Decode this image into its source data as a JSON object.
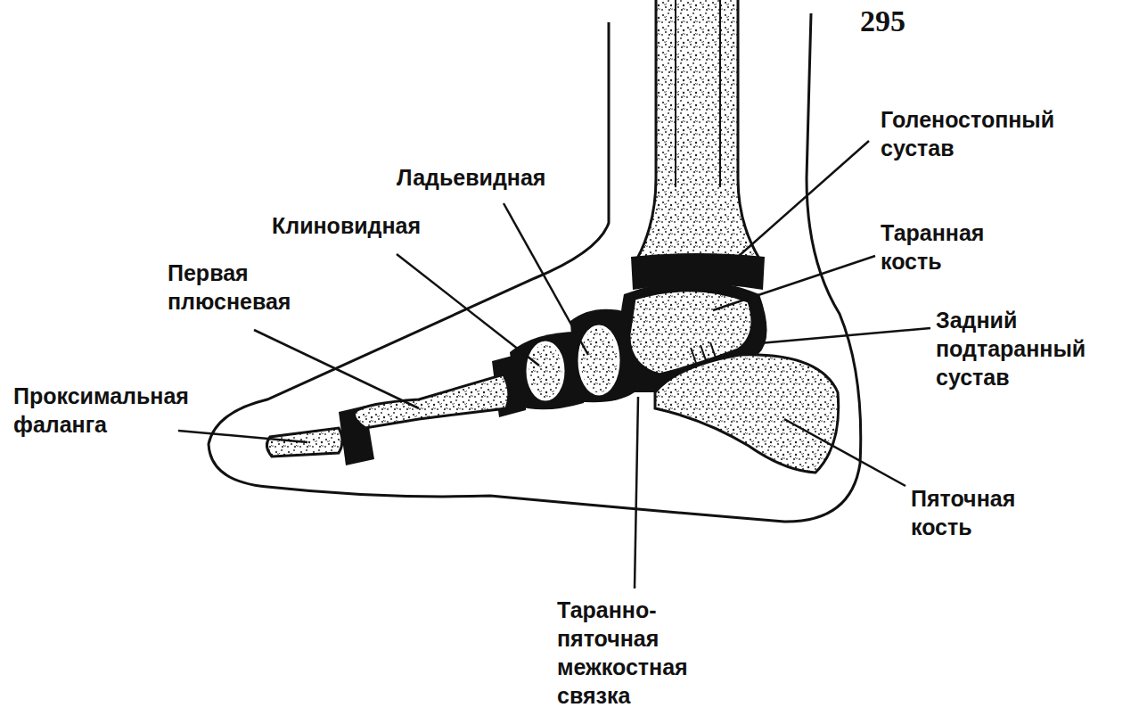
{
  "diagram": {
    "labels": [
      "295",
      "Голеностопный сустав",
      "Таранная кость",
      "Задний подтаранный сустав",
      "Ладьевидная",
      "Клиновидная",
      "Первая плюсневая",
      "Проксимальная фаланга",
      "Пяточная кость",
      "Таранно- пяточная межкостная связка"
    ]
  }
}
